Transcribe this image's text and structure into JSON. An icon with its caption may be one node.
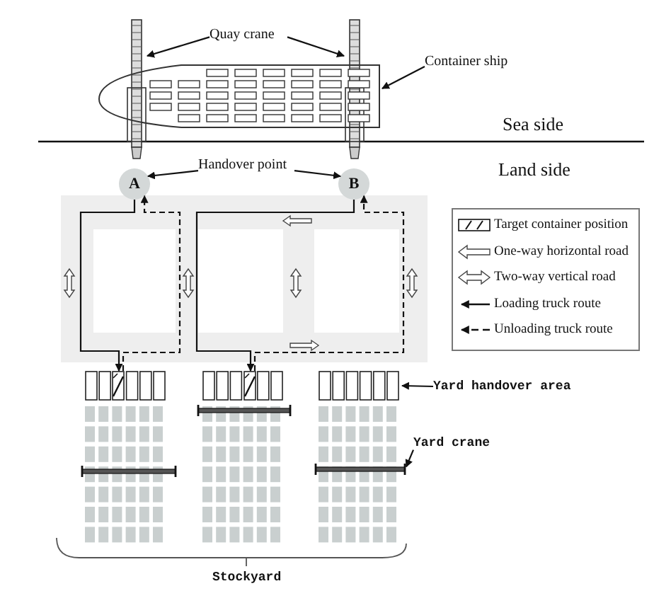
{
  "diagram": {
    "nodes": [
      {
        "text": [
          "Quay crane"
        ]
      },
      {
        "text": [],
        "shape": "crane"
      },
      {
        "text": [],
        "shape": "crane"
      },
      {
        "text": [
          "Container ship"
        ]
      },
      {
        "text": [],
        "shape": "ship"
      },
      {
        "text": [
          "Handover point"
        ]
      },
      {
        "text": [
          "A"
        ]
      },
      {
        "text": [
          "B"
        ]
      },
      {
        "text": [
          "Yard handover area"
        ]
      },
      {
        "text": [],
        "shape": "box"
      },
      {
        "text": [
          "Yard crane"
        ]
      },
      {
        "text": [],
        "shape": "bar"
      },
      {
        "text": [],
        "shape": "box"
      },
      {
        "text": [],
        "shape": "box"
      }
    ],
    "edges": [
      {
        "from": 0,
        "to": 1,
        "arrow": "to"
      },
      {
        "from": 0,
        "to": 2,
        "arrow": "to"
      },
      {
        "from": 3,
        "to": 4,
        "arrow": "to"
      },
      {
        "from": 5,
        "to": 6,
        "arrow": "to"
      },
      {
        "from": 5,
        "to": 7,
        "arrow": "to"
      },
      {
        "from": 8,
        "to": 13,
        "arrow": "to"
      },
      {
        "from": 10,
        "to": 11,
        "arrow": "to"
      },
      {
        "from": 6,
        "to": 9,
        "arrow": "to"
      },
      {
        "from": 9,
        "to": 6,
        "arrow": "to",
        "style": "dashed"
      },
      {
        "from": 7,
        "to": 12,
        "arrow": "to"
      },
      {
        "from": 12,
        "to": 7,
        "arrow": "to",
        "style": "dashed"
      }
    ],
    "labels": [
      "Sea side",
      "Land side",
      "Stockyard"
    ],
    "legend": [
      {
        "text": "Target container position"
      },
      {
        "text": "One-way horizontal road"
      },
      {
        "text": "Two-way vertical road"
      },
      {
        "text": "Loading truck route"
      },
      {
        "text": "Unloading truck route"
      }
    ]
  }
}
